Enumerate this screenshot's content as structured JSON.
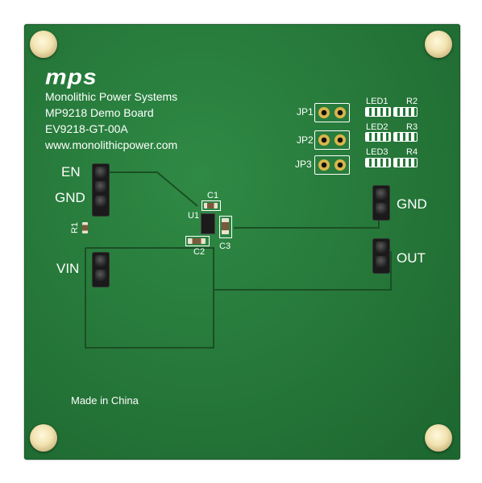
{
  "board": {
    "logo": "mps",
    "company": "Monolithic Power Systems",
    "title": "MP9218 Demo Board",
    "part_number": "EV9218-GT-00A",
    "website": "www.monolithicpower.com",
    "made_in": "Made in China"
  },
  "connectors": {
    "en": "EN",
    "gnd_left": "GND",
    "vin": "VIN",
    "gnd_right": "GND",
    "out": "OUT"
  },
  "jumpers": [
    "JP1",
    "JP2",
    "JP3"
  ],
  "leds": [
    "LED1",
    "LED2",
    "LED3"
  ],
  "resistors": [
    "R1",
    "R2",
    "R3",
    "R4"
  ],
  "components": {
    "ic": "U1",
    "caps": [
      "C1",
      "C2",
      "C3"
    ]
  },
  "colors": {
    "pcb_green": "#257638",
    "silkscreen": "#ffffff",
    "pad_gold": "#d9b64a",
    "mount_hole": "#f1e2b0"
  }
}
